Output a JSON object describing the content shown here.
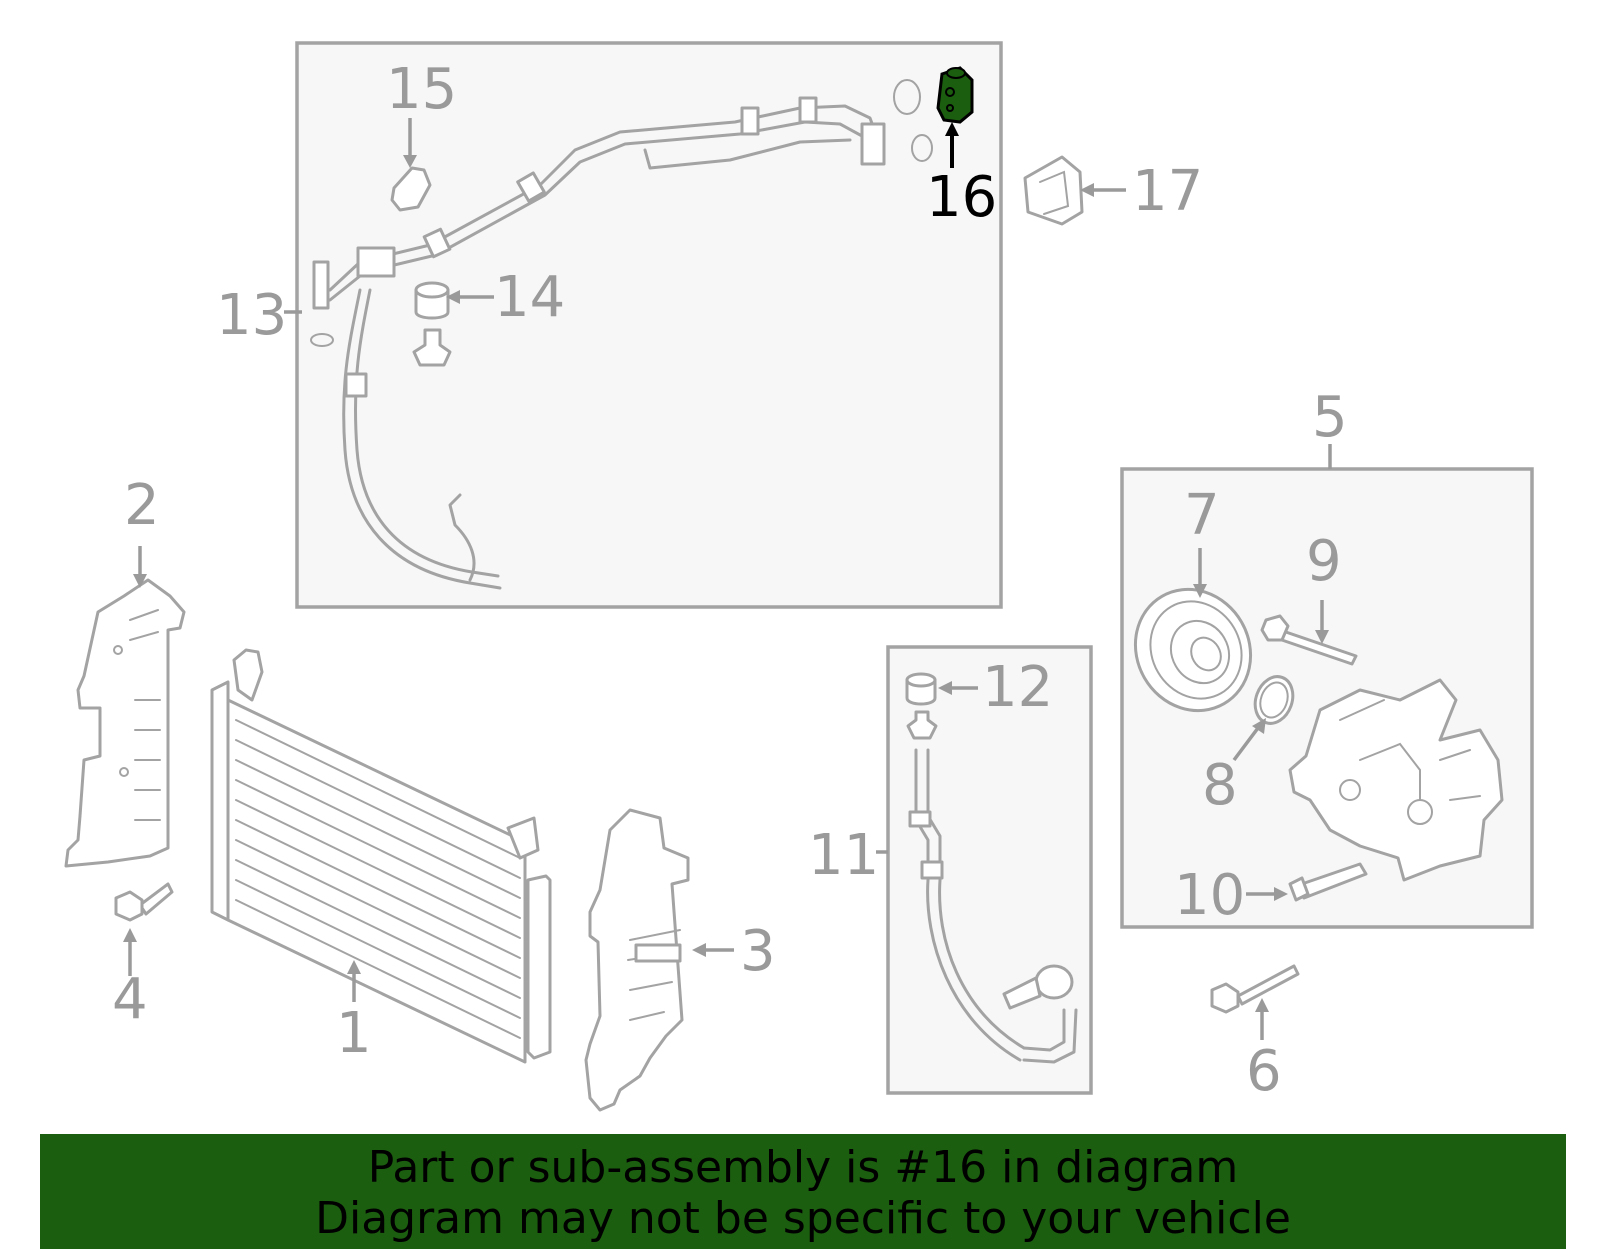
{
  "diagram": {
    "highlight_color": "#1c5e0f",
    "callouts": [
      {
        "id": "1",
        "label": "1"
      },
      {
        "id": "2",
        "label": "2"
      },
      {
        "id": "3",
        "label": "3"
      },
      {
        "id": "4",
        "label": "4"
      },
      {
        "id": "5",
        "label": "5"
      },
      {
        "id": "6",
        "label": "6"
      },
      {
        "id": "7",
        "label": "7"
      },
      {
        "id": "8",
        "label": "8"
      },
      {
        "id": "9",
        "label": "9"
      },
      {
        "id": "10",
        "label": "10"
      },
      {
        "id": "11",
        "label": "11"
      },
      {
        "id": "12",
        "label": "12"
      },
      {
        "id": "13",
        "label": "13"
      },
      {
        "id": "14",
        "label": "14"
      },
      {
        "id": "15",
        "label": "15"
      },
      {
        "id": "16",
        "label": "16",
        "highlighted": true
      },
      {
        "id": "17",
        "label": "17"
      }
    ]
  },
  "footer": {
    "line1": "Part or sub-assembly is #16 in diagram",
    "line2": "Diagram may not be specific to your vehicle",
    "background": "#1c5e0f"
  }
}
